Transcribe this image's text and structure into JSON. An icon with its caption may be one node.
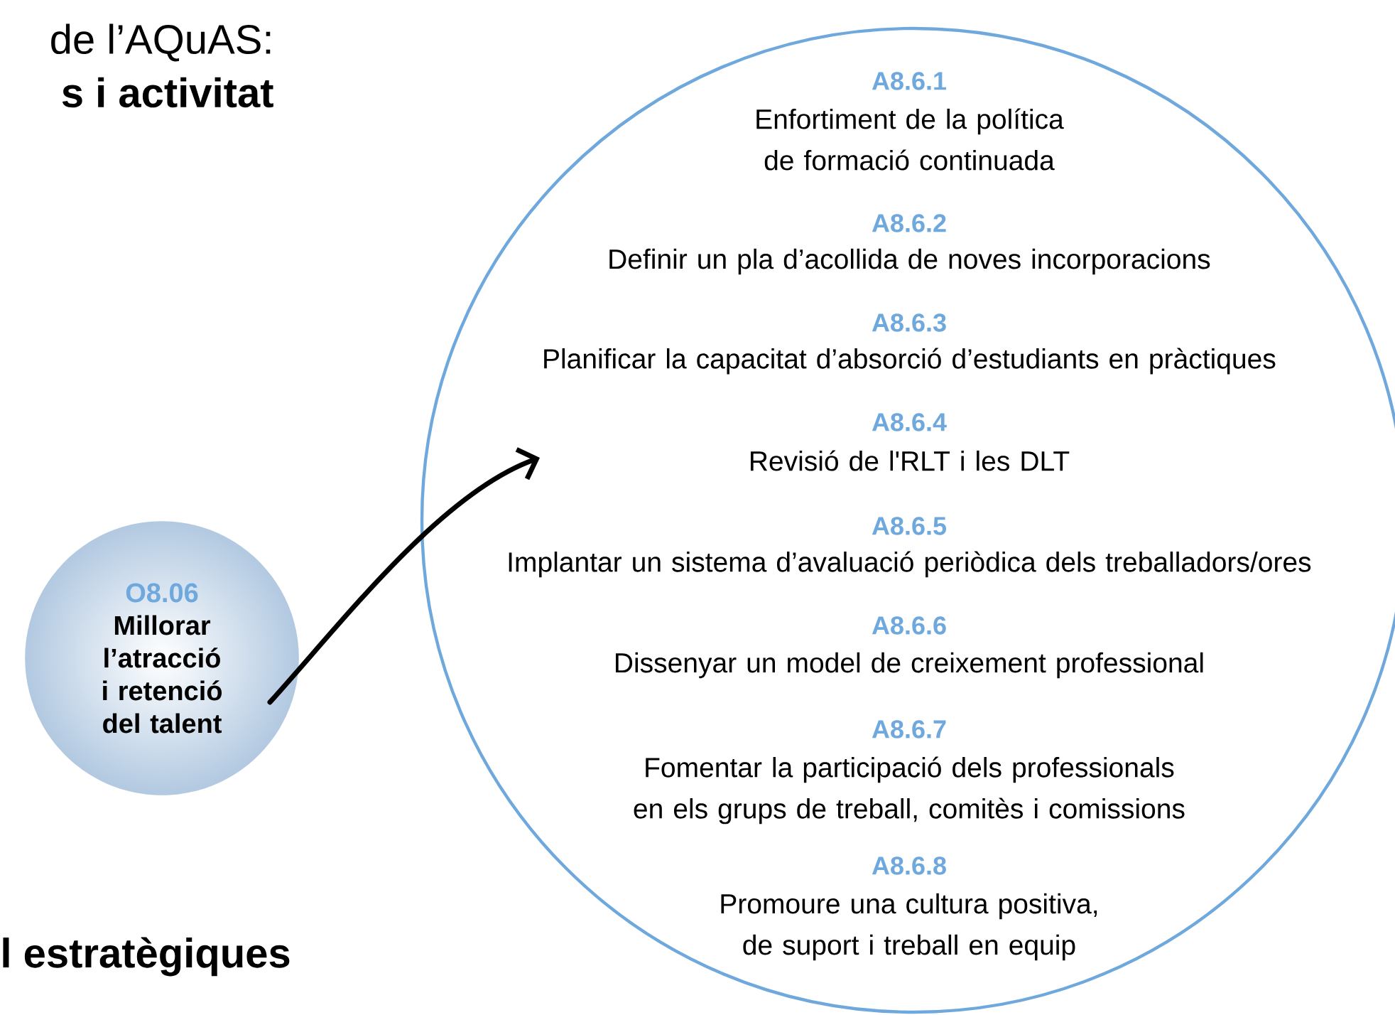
{
  "diagram": {
    "nodes": [
      {
        "text": [
          "O8.06",
          "Millorar l’atracció i retenció del talent"
        ]
      },
      {
        "text": [
          "A8.6.1",
          "Enfortiment de la política de formació continuada",
          "A8.6.2",
          "Definir un pla d’acollida de noves incorporacions",
          "A8.6.3",
          "Planificar la capacitat d’absorció d’estudiants en pràctiques",
          "A8.6.4",
          "Revisió de l'RLT i les DLT",
          "A8.6.5",
          "Implantar un sistema d’avaluació periòdica dels treballadors/ores",
          "A8.6.6",
          "Dissenyar un model de creixement professional",
          "A8.6.7",
          "Fomentar la participació dels professionals en els grups de treball, comitès i comissions",
          "A8.6.8",
          "Promoure una cultura positiva, de suport i treball en equip"
        ]
      }
    ],
    "edges": [
      {
        "from": 0,
        "to": 1,
        "arrow": "to"
      }
    ],
    "labels": [
      "de l’AQuAS:",
      "s i activitat",
      "l estratègiques"
    ]
  }
}
